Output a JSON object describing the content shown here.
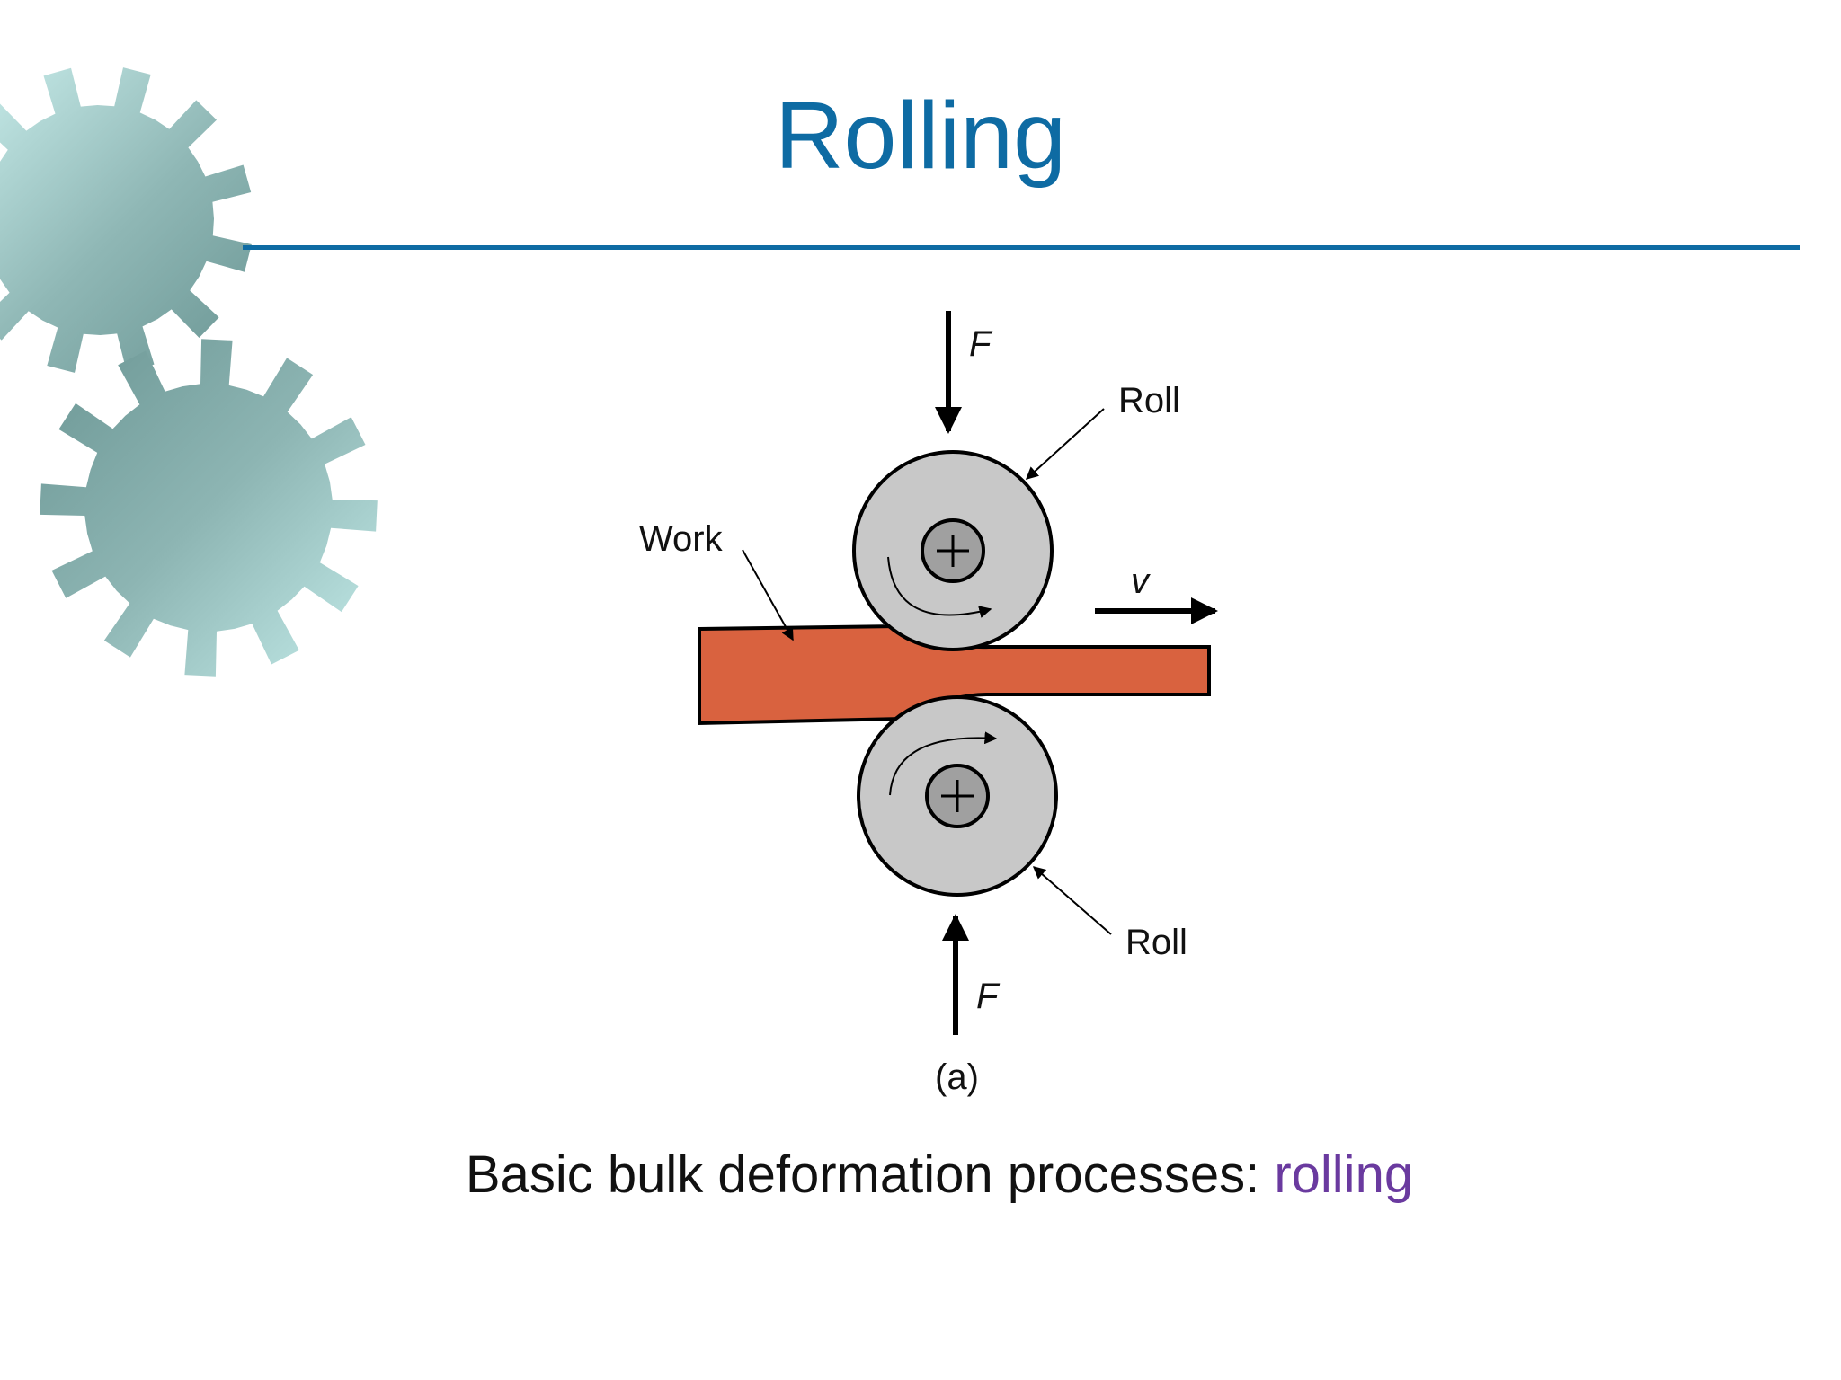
{
  "slide": {
    "title": "Rolling",
    "caption_text": "Basic bulk deformation processes: ",
    "caption_accent": "rolling"
  },
  "diagram": {
    "force_top_label": "F",
    "force_bottom_label": "F",
    "roll_top_label": "Roll",
    "roll_bottom_label": "Roll",
    "work_label": "Work",
    "velocity_label": "v",
    "figure_label": "(a)"
  },
  "colors": {
    "title": "#0e6ba3",
    "rule": "#0e6ba3",
    "work": "#d9623f",
    "roll": "#c8c8c8",
    "hub": "#a0a0a0",
    "caption_accent": "#6a3a9f",
    "gear_light": "#c4ecea",
    "gear_dark": "#6e9a98"
  },
  "icons": [
    "gear-icon",
    "gear-icon"
  ]
}
